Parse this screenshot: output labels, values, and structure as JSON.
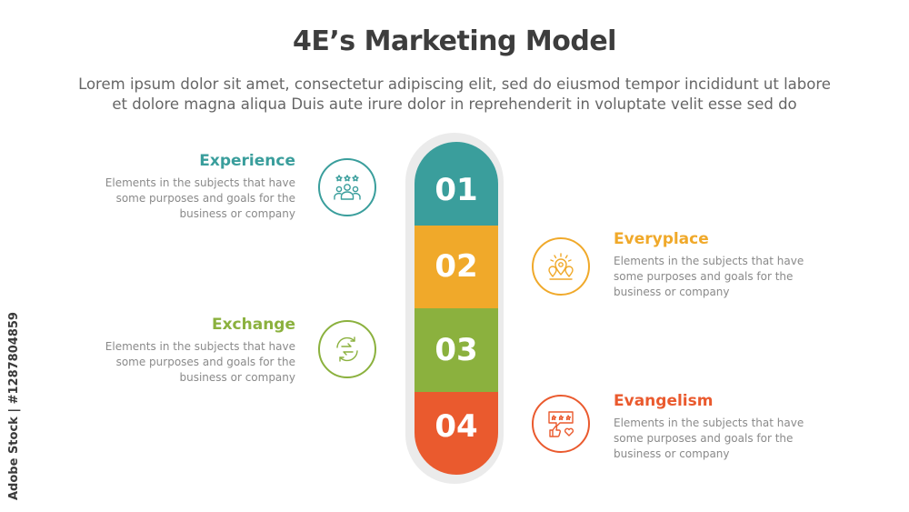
{
  "title": "4E’s Marketing Model",
  "subtitle_line1": "Lorem ipsum dolor sit amet, consectetur adipiscing elit, sed do eiusmod tempor incididunt ut labore",
  "subtitle_line2": "et dolore magna aliqua Duis aute irure dolor in reprehenderit in voluptate velit esse sed do",
  "stock_credit": "Adobe Stock | #1287804859",
  "segments": [
    {
      "number": "01",
      "color": "#3a9e9c"
    },
    {
      "number": "02",
      "color": "#f0a92a"
    },
    {
      "number": "03",
      "color": "#8bb13e"
    },
    {
      "number": "04",
      "color": "#ea5a2e"
    }
  ],
  "items": [
    {
      "title": "Experience",
      "desc1": "Elements in the subjects that have",
      "desc2": "some purposes and goals for the",
      "desc3": "business or company",
      "icon": "people-rating-icon",
      "color": "#3a9e9c"
    },
    {
      "title": "Everyplace",
      "desc1": "Elements in the subjects that have",
      "desc2": "some purposes and goals for the",
      "desc3": "business or company",
      "icon": "location-pins-icon",
      "color": "#f0a92a"
    },
    {
      "title": "Exchange",
      "desc1": "Elements in the subjects that have",
      "desc2": "some purposes and goals for the",
      "desc3": "business or company",
      "icon": "exchange-arrows-icon",
      "color": "#8bb13e"
    },
    {
      "title": "Evangelism",
      "desc1": "Elements in the subjects that have",
      "desc2": "some purposes and goals for the",
      "desc3": "business or company",
      "icon": "review-feedback-icon",
      "color": "#ea5a2e"
    }
  ]
}
